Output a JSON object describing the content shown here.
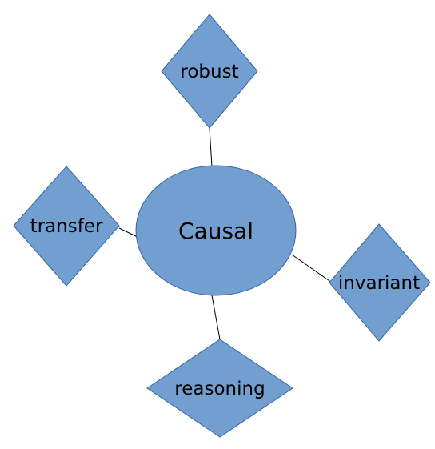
{
  "colors": {
    "node_fill": "#729fcf",
    "node_stroke": "#3465a4",
    "edge": "#000000",
    "text": "#000000",
    "background": "#ffffff"
  },
  "center": {
    "label": "Causal"
  },
  "nodes": {
    "robust": {
      "label": "robust"
    },
    "transfer": {
      "label": "transfer"
    },
    "invariant": {
      "label": "invariant"
    },
    "reasoning": {
      "label": "reasoning"
    }
  }
}
